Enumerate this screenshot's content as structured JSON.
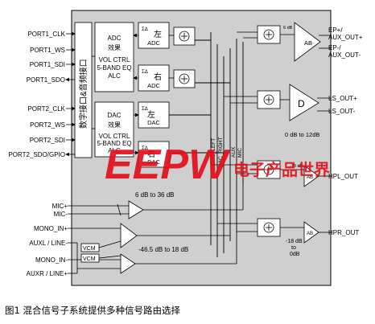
{
  "ports": {
    "port1_clk": "PORT1_CLK",
    "port1_ws": "PORT1_WS",
    "port1_sdi": "PORT1_SDI",
    "port1_sdo": "PORT1_SDO",
    "port2_clk": "PORT2_CLK",
    "port2_ws": "PORT2_WS",
    "port2_sdi": "PORT2_SDI",
    "port2_sdo": "PORT2_SDO/GPIO"
  },
  "interface_label": "数字接口&音频接口",
  "adc_block": {
    "line1": "ADC",
    "line2": "效果",
    "line3": "VOL CTRL",
    "line4": "5-BAND EQ",
    "line5": "ALC"
  },
  "dac_block": {
    "line1": "DAC",
    "line2": "效果",
    "line3": "VOL CTRL",
    "line4": "5-BAND EQ",
    "line5": "ALC"
  },
  "converters": {
    "adc_left": {
      "sigma": "ΣΔ",
      "char": "左",
      "name": "ADC"
    },
    "adc_right": {
      "sigma": "ΣΔ",
      "char": "右",
      "name": "ADC"
    },
    "dac_left": {
      "sigma": "ΣΔ",
      "char": "左",
      "name": "DAC"
    },
    "dac_right": {
      "sigma": "ΣΔ",
      "char": "右",
      "name": "DAC"
    }
  },
  "bus_labels": {
    "dac_left": "DAC_LEFT",
    "dac_right": "DAC_RIGHT",
    "aux": "AUX",
    "mic": "MIC"
  },
  "inputs": {
    "mic_p": "MIC+",
    "mic_n": "MIC-",
    "mono_in_p": "MONO_IN+",
    "auxl": "AUXL / LINE-",
    "mono_in_n": "MONO_IN-",
    "auxr": "AUXR / LINE+"
  },
  "vcm": [
    "VCM",
    "VCM"
  ],
  "gains": {
    "mic": "6 dB to 36 dB",
    "aux": "-46.5 dB  to 18 dB",
    "ls": "0 dB to 12dB",
    "ep": "6 dB",
    "hp": "-18 dB\nto\n0dB",
    "hp_right": "-18 dB\nto\n0dB"
  },
  "amps": {
    "ab1": "AB",
    "d": "D",
    "ab_hpl": "AB",
    "ab_hpr": "AB"
  },
  "outputs": {
    "ep_p": "EP+/",
    "aux_out_p": "AUX_OUT+",
    "ep_n": "EP-/",
    "aux_out_n": "AUX_OUT-",
    "ls_out_p": "LS_OUT+",
    "ls_out_n": "LS_OUT-",
    "hpl_out": "HPL_OUT",
    "hpr_out": "HPR_OUT"
  },
  "watermark": "EEPW 电子产品世界",
  "caption": "图1 混合信号子系统提供多种信号路由选择",
  "colors": {
    "block_fill": "#cfcfcf",
    "inner_fill": "#ffffff",
    "line": "#000000",
    "watermark_red": "#e3101a"
  }
}
